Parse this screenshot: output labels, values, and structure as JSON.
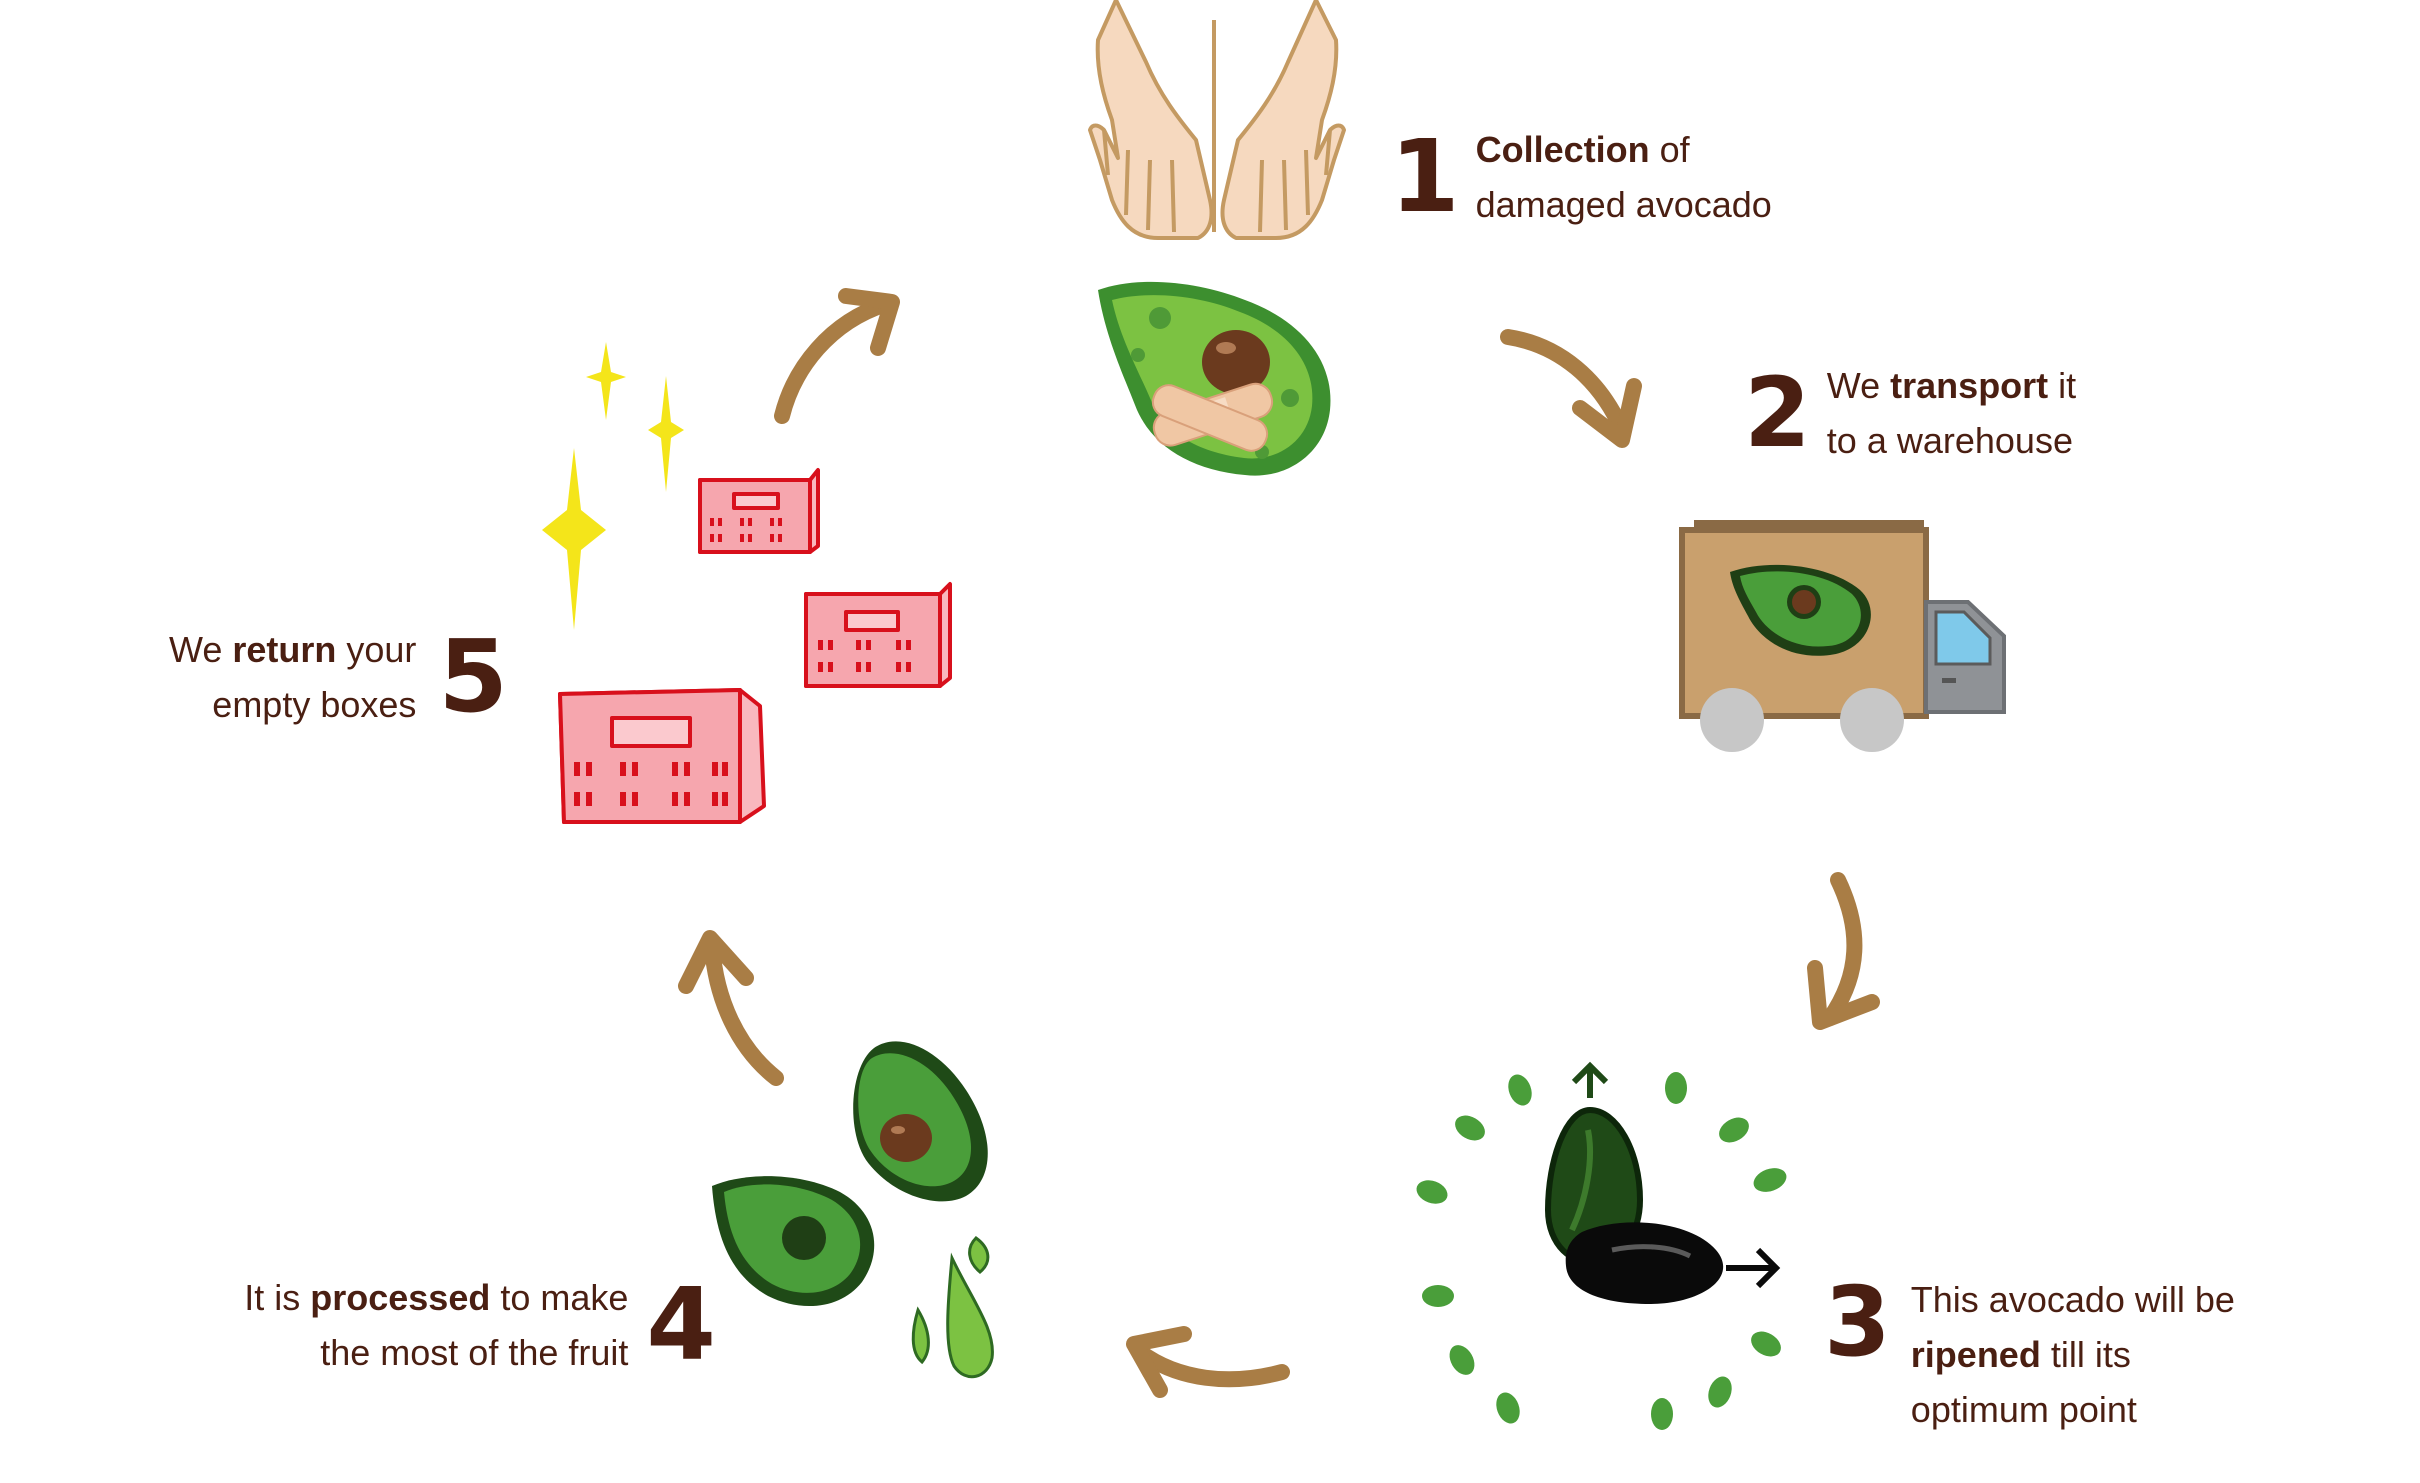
{
  "steps": [
    {
      "number": "1",
      "pre": "",
      "bold": "Collection",
      "post": " of",
      "line2": "damaged avocado"
    },
    {
      "number": "2",
      "pre": "We ",
      "bold": "transport",
      "post": " it",
      "line2": "to a warehouse"
    },
    {
      "number": "3",
      "pre": "This avocado will be",
      "bold": "ripened",
      "post": " till its",
      "line3": "optimum point"
    },
    {
      "number": "4",
      "pre": "It is ",
      "bold": "processed",
      "post": " to make",
      "line2": "the most of the fruit"
    },
    {
      "number": "5",
      "pre": "We ",
      "bold": "return",
      "post": " your",
      "line2": "empty boxes"
    }
  ],
  "colors": {
    "text": "#4a1f12",
    "arrow": "#a97d45",
    "avocado": "#4a9e3a",
    "box": "#d8101c",
    "sparkle": "#f4e51a"
  },
  "icons": [
    "hands-icon",
    "damaged-avocado-icon",
    "truck-icon",
    "ripening-avocado-icon",
    "processed-avocado-icon",
    "boxes-icon",
    "sparkle-icon"
  ]
}
